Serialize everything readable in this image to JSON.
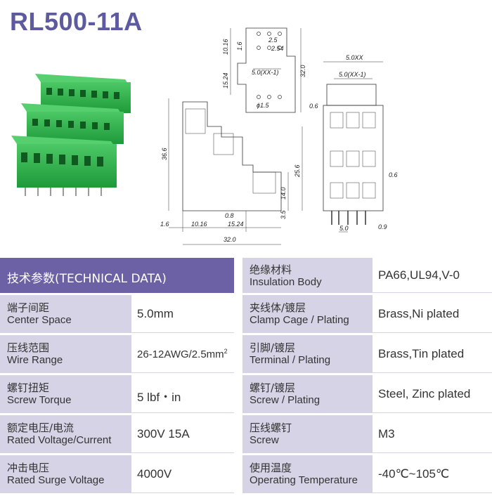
{
  "title": "RL500-11A",
  "drawing": {
    "dims": {
      "d_10_16": "10.16",
      "d_1_6_top": "1.6",
      "d_2_5": "2.5",
      "d_2_54": "2.54",
      "d_15_24_v": "15.24",
      "d_32_0_v": "32.0",
      "d_5_0_xx1_top": "5.0(XX-1)",
      "d_phi_1_5": "ϕ1.5",
      "d_36_6": "36.6",
      "d_25_6": "25.6",
      "d_14_0": "14.0",
      "d_3_5": "3.5",
      "d_0_8": "0.8",
      "d_1_6_bottom": "1.6",
      "d_10_16_bottom": "10.16",
      "d_15_24_bottom": "15.24",
      "d_32_0_bottom": "32.0",
      "d_5_0xx": "5.0XX",
      "d_5_0_xx1_right": "5.0(XX-1)",
      "d_0_6_left": "0.6",
      "d_0_6_right": "0.6",
      "d_5_0": "5.0",
      "d_0_9": "0.9"
    }
  },
  "table": {
    "header_left": "技术参数(TECHNICAL DATA)",
    "left_rows": [
      {
        "zh": "端子间距",
        "en": "Center Space",
        "value": "5.0mm"
      },
      {
        "zh": "压线范围",
        "en": "Wire Range",
        "value": "26-12AWG/2.5mm",
        "sup": "2"
      },
      {
        "zh": "螺钉扭矩",
        "en": "Screw Torque",
        "value": "5 lbf・in"
      },
      {
        "zh": "额定电压/电流",
        "en": "Rated Voltage/Current",
        "value": "300V 15A"
      },
      {
        "zh": "冲击电压",
        "en": "Rated Surge Voltage",
        "value": "4000V"
      }
    ],
    "right_rows": [
      {
        "zh": "绝缘材料",
        "en": "Insulation Body",
        "value": "PA66,UL94,V-0"
      },
      {
        "zh": "夹线体/镀层",
        "en": "Clamp Cage / Plating",
        "value": "Brass,Ni plated"
      },
      {
        "zh": "引脚/镀层",
        "en": "Terminal / Plating",
        "value": "Brass,Tin plated"
      },
      {
        "zh": "螺钉/镀层",
        "en": "Screw / Plating",
        "value": "Steel, Zinc plated"
      },
      {
        "zh": "压线螺钉",
        "en": "Screw",
        "value": "M3"
      },
      {
        "zh": "使用温度",
        "en": "Operating Temperature",
        "value": "-40℃~105℃"
      }
    ]
  },
  "colors": {
    "title": "#5d5aa0",
    "header": "#6b61a4",
    "label_bg": "#d6d3e6",
    "terminal_green": "#2db34a"
  }
}
